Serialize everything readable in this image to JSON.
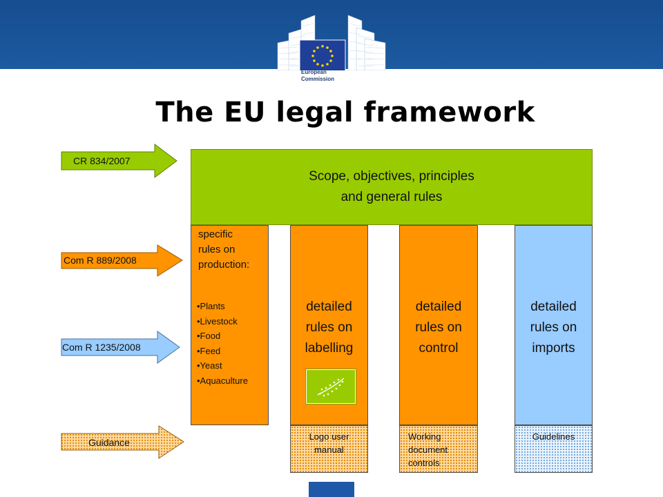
{
  "header": {
    "logo_line1": "European",
    "logo_line2": "Commission"
  },
  "title": "The EU legal framework",
  "arrows": [
    {
      "label": "CR 834/2007"
    },
    {
      "label": "Com R 889/2008"
    },
    {
      "label": "Com R 1235/2008"
    },
    {
      "label": "Guidance"
    }
  ],
  "scope_box": {
    "text": "Scope, objectives, principles\nand general rules"
  },
  "production": {
    "text": "specific\nrules on\nproduction:",
    "items": [
      "•Plants",
      "•Livestock",
      "•Food",
      "•Feed",
      "•Yeast",
      "•Aquaculture"
    ]
  },
  "labelling": {
    "text": "detailed\nrules on\nlabelling"
  },
  "control": {
    "text": "detailed\nrules on\ncontrol"
  },
  "imports": {
    "text": "detailed\nrules on\nimports"
  },
  "guidance": {
    "logo_manual": "Logo user\nmanual",
    "working_document": "Working\ndocument\ncontrols",
    "guidelines": "Guidelines"
  },
  "colors": {
    "header_blue": "#1c5aa0",
    "scope_green": "#99cc00",
    "orange": "#ff9400",
    "light_blue": "#99ccff"
  }
}
